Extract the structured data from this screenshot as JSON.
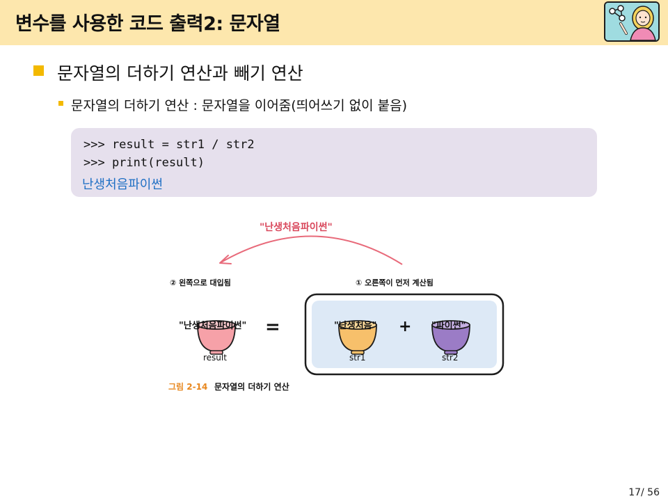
{
  "header": {
    "title": "변수를 사용한 코드 출력2: 문자열",
    "colors": {
      "background": "#fde7ad",
      "bullet": "#f3b900"
    }
  },
  "content": {
    "level1": "문자열의 더하기 연산과 빼기 연산",
    "level2": "문자열의 더하기 연산 : 문자열을 이어줌(띄어쓰기 없이 붙음)"
  },
  "code": {
    "lines": [
      ">>> result = str1 / str2",
      ">>> print(result)"
    ],
    "output": "난생처음파이썬",
    "output_color": "#1f6fc4"
  },
  "figure": {
    "top_string": "\"난생처음파이썬\"",
    "left_caption": "② 왼쪽으로 대입됨",
    "right_caption": "① 오른쪽이 먼저 계산됨",
    "result_bowl_label": "\"난생처음파이썬\"",
    "result_name": "result",
    "equals": "=",
    "plus": "+",
    "str1_bowl_label": "\"난생처음\"",
    "str1_name": "str1",
    "str2_bowl_label": "\"파이썬\"",
    "str2_name": "str2",
    "caption_number": "그림 2-14",
    "caption_text": "문자열의 더하기 연산",
    "colors": {
      "arrow": "#e86a7a",
      "top_string": "#d9485c",
      "result_bowl": "#f6a1a8",
      "str1_bowl": "#f7c06b",
      "str2_bowl": "#9b7cc6",
      "box_fill": "#dde9f6",
      "caption_number": "#e8871e"
    }
  },
  "page": {
    "number": "17/ 56"
  }
}
